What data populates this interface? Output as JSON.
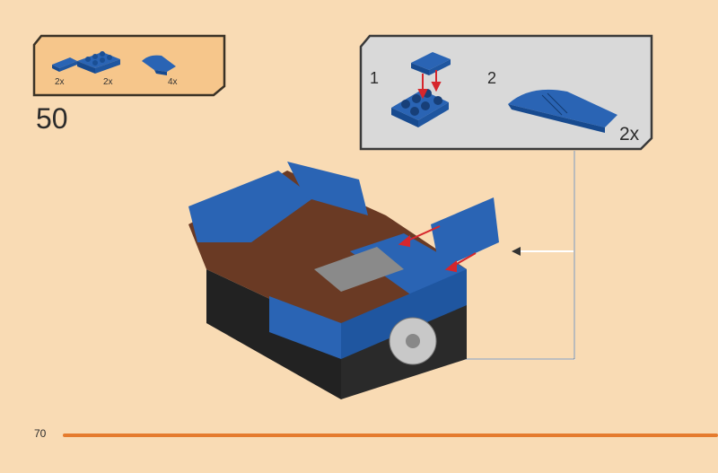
{
  "parts_list": {
    "items": [
      {
        "icon": "jumper-plate-1x2-blue",
        "qty": "2x"
      },
      {
        "icon": "plate-2x3-blue",
        "qty": "2x"
      },
      {
        "icon": "curved-slope-blue",
        "qty": "4x"
      }
    ]
  },
  "step": {
    "number": "50"
  },
  "subassembly": {
    "substeps": [
      {
        "number": "1"
      },
      {
        "number": "2"
      }
    ],
    "multiplier": "2x"
  },
  "footer": {
    "page_number": "70"
  },
  "colors": {
    "background": "#f9dbb4",
    "parts_box": "#f6c68b",
    "subassembly_box": "#d9d9d9",
    "brick_blue": "#1f5aa6",
    "arrow_red": "#d6262c",
    "rule": "#e57b2e"
  }
}
